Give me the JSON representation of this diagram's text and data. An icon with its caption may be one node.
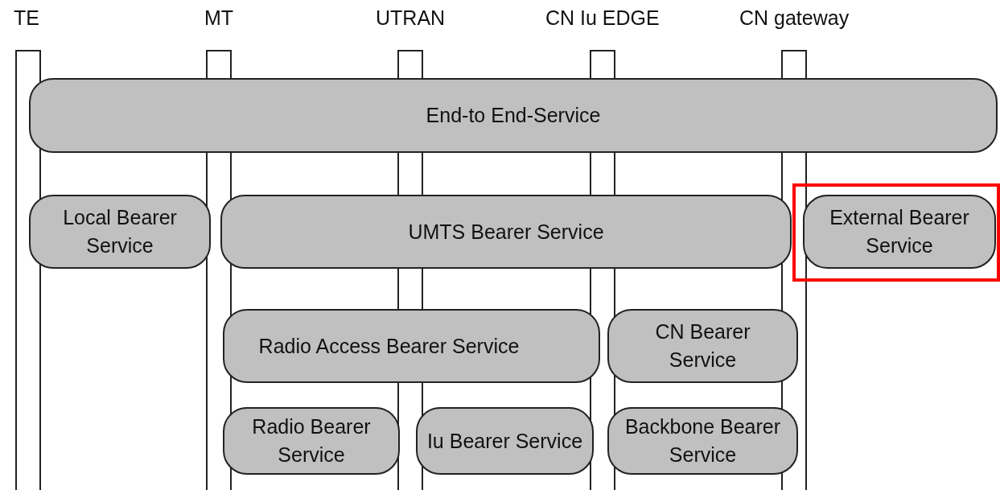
{
  "diagram": {
    "nodes": [
      {
        "text": [
          "TE"
        ]
      },
      {
        "text": [
          "MT"
        ]
      },
      {
        "text": [
          "UTRAN"
        ]
      },
      {
        "text": [
          "CN Iu EDGE"
        ]
      },
      {
        "text": [
          "CN gateway"
        ]
      },
      {
        "text": [
          "End-to End-Service"
        ]
      },
      {
        "text": [
          "Local Bearer Service"
        ]
      },
      {
        "text": [
          "UMTS Bearer Service"
        ]
      },
      {
        "text": [],
        "shape": "box"
      },
      {
        "text": [
          "External Bearer Service"
        ],
        "in": 8
      },
      {
        "text": [
          "Radio Access Bearer Service"
        ]
      },
      {
        "text": [
          "CN Bearer Service"
        ]
      },
      {
        "text": [
          "Radio Bearer Service"
        ]
      },
      {
        "text": [
          "Iu Bearer Service"
        ]
      },
      {
        "text": [
          "Backbone Bearer Service"
        ]
      }
    ],
    "edges": []
  }
}
